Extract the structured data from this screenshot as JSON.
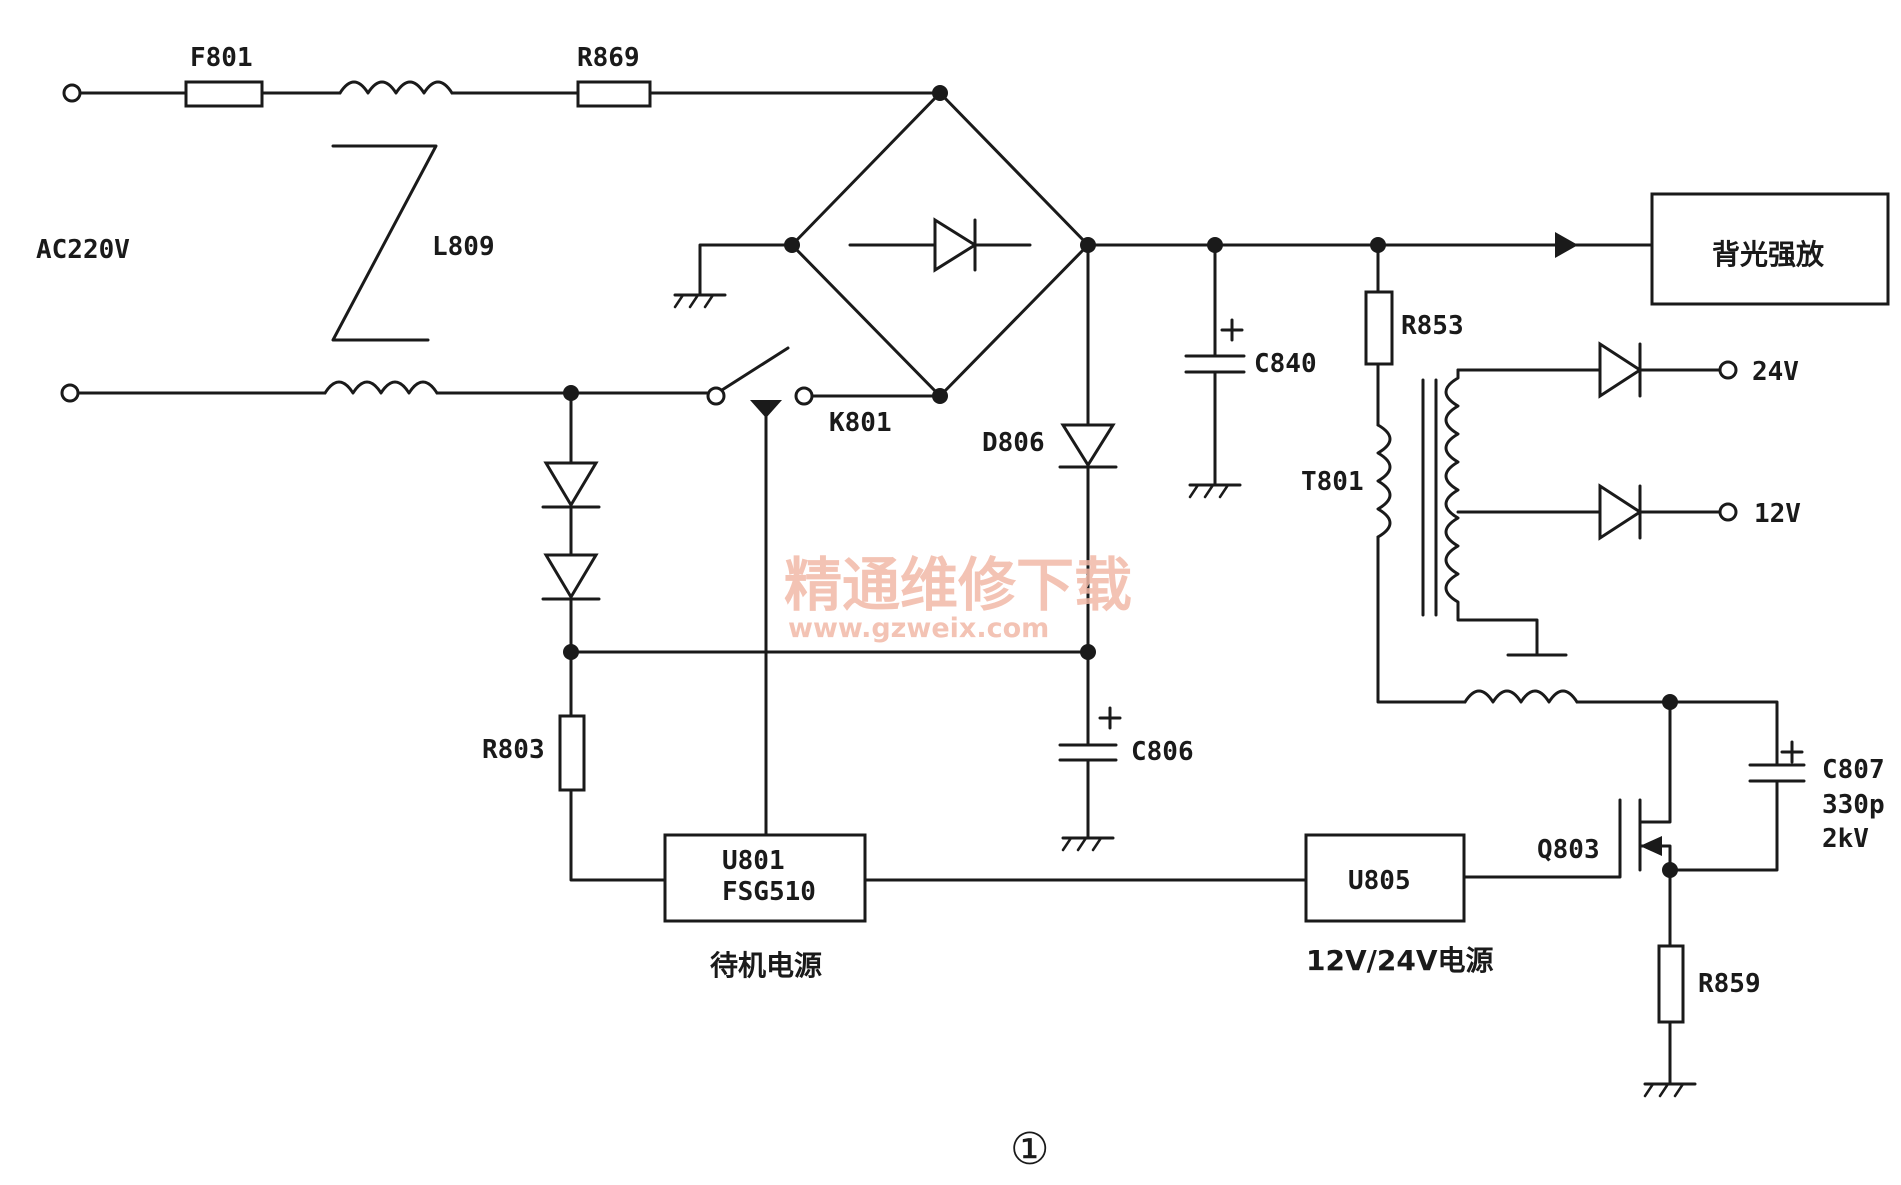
{
  "labels": {
    "f801": "F801",
    "r869": "R869",
    "ac": "AC220V",
    "l809": "L809",
    "k801": "K801",
    "d806": "D806",
    "c840": "C840",
    "r853": "R853",
    "t801": "T801",
    "v24": "24V",
    "v12": "12V",
    "r803": "R803",
    "c806": "C806",
    "c807": "C807",
    "c807_val1": "330p",
    "c807_val2": "2kV",
    "q803": "Q803",
    "u801_1": "U801",
    "u801_2": "FSG510",
    "u805": "U805",
    "standby": "待机电源",
    "psu": "12V/24V电源",
    "r859": "R859",
    "backlight": "背光强放",
    "plus": "+"
  },
  "watermark": {
    "title": "精通维修下载",
    "url": "www.gzweix.com"
  },
  "figure_number": "①"
}
